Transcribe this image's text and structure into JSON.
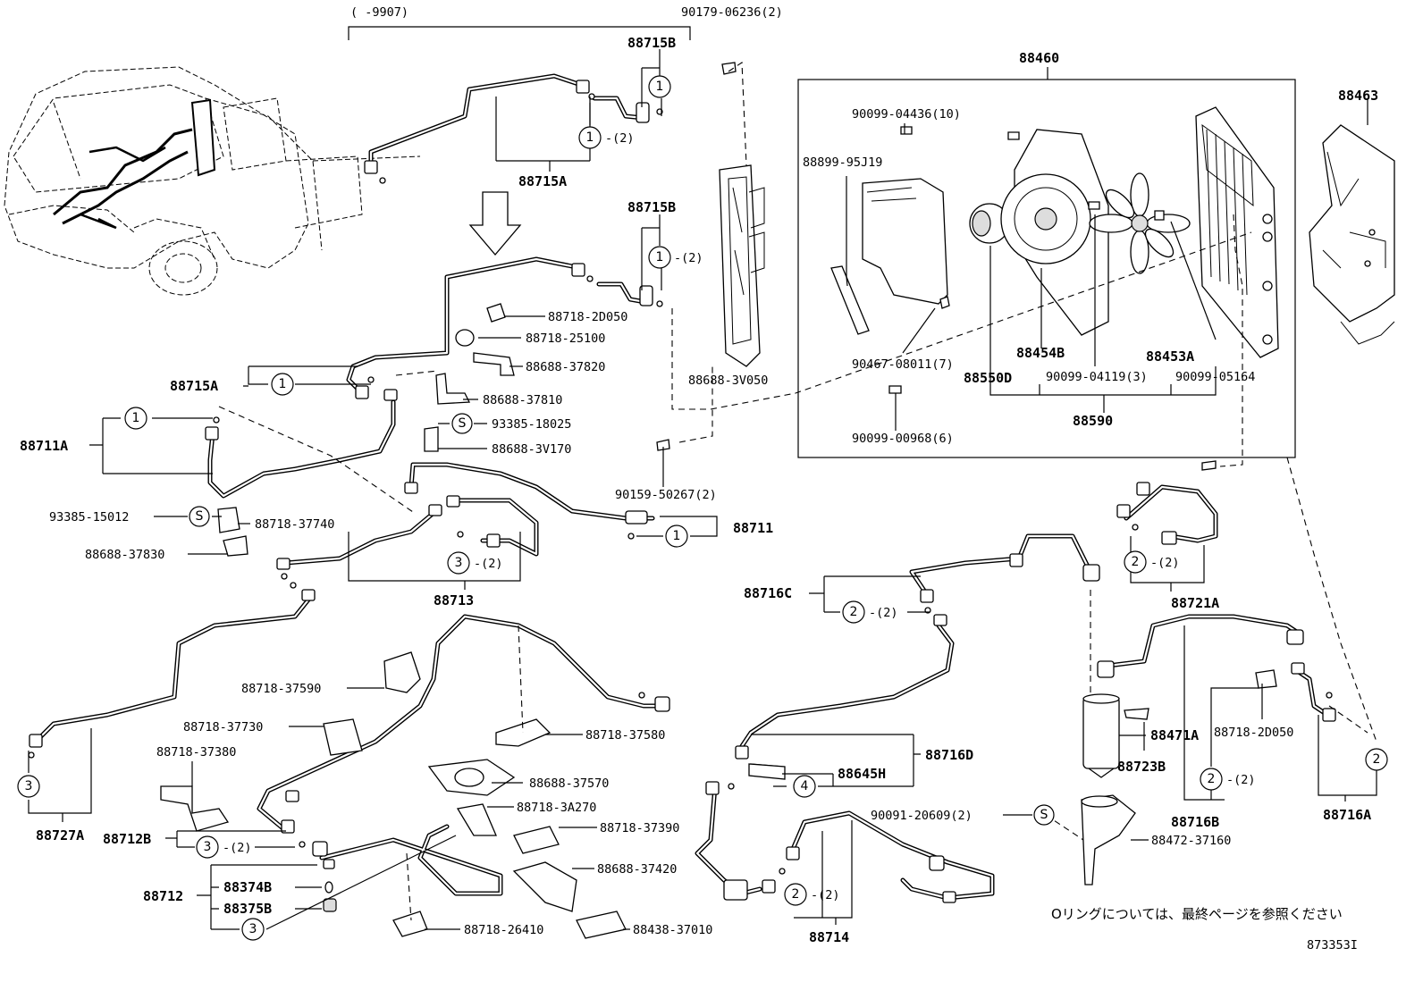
{
  "diagram": {
    "part_labels": {
      "p_9907": "(     -9907)",
      "p_90179": "90179-06236(2)",
      "p_88715B_a": "88715B",
      "p_88715A_a": "88715A",
      "p_88715B_b": "88715B",
      "p_88715A_b": "88715A",
      "p_88711A": "88711A",
      "p_93385_15012": "93385-15012",
      "p_88718_37740": "88718-37740",
      "p_88688_37830": "88688-37830",
      "p_88718_2D050_a": "88718-2D050",
      "p_88718_25100": "88718-25100",
      "p_88688_37820": "88688-37820",
      "p_88688_37810": "88688-37810",
      "p_93385_18025": "93385-18025",
      "p_88688_3V170": "88688-3V170",
      "p_88688_3V050": "88688-3V050",
      "p_90159": "90159-50267(2)",
      "p_88711": "88711",
      "p_88713": "88713",
      "p_88460": "88460",
      "p_90099_04436": "90099-04436(10)",
      "p_88899": "88899-95J19",
      "p_90467": "90467-08011(7)",
      "p_88454B": "88454B",
      "p_88453A": "88453A",
      "p_88550D": "88550D",
      "p_90099_04119": "90099-04119(3)",
      "p_90099_05164": "90099-05164",
      "p_88590": "88590",
      "p_90099_00968": "90099-00968(6)",
      "p_88463": "88463",
      "p_88716C": "88716C",
      "p_88721A": "88721A",
      "p_88718_37590": "88718-37590",
      "p_88718_37730": "88718-37730",
      "p_88718_37380": "88718-37380",
      "p_88718_37580": "88718-37580",
      "p_88688_37570": "88688-37570",
      "p_88718_3A270": "88718-3A270",
      "p_88718_37390": "88718-37390",
      "p_88688_37420": "88688-37420",
      "p_88718_26410": "88718-26410",
      "p_88438_37010": "88438-37010",
      "p_88727A": "88727A",
      "p_88712B": "88712B",
      "p_88712": "88712",
      "p_88374B": "88374B",
      "p_88375B": "88375B",
      "p_88716D": "88716D",
      "p_88645H": "88645H",
      "p_88471A": "88471A",
      "p_88723B": "88723B",
      "p_90091": "90091-20609(2)",
      "p_88472": "88472-37160",
      "p_88714": "88714",
      "p_88716B": "88716B",
      "p_88716A": "88716A",
      "p_88718_2D050_b": "88718-2D050"
    },
    "callouts": {
      "one": "1",
      "two": "2",
      "three": "3",
      "four": "4",
      "s": "S",
      "qty2": "-(2)"
    },
    "footnote": "Oリングについては、最終ページを参照ください",
    "figure_id": "873353I"
  }
}
